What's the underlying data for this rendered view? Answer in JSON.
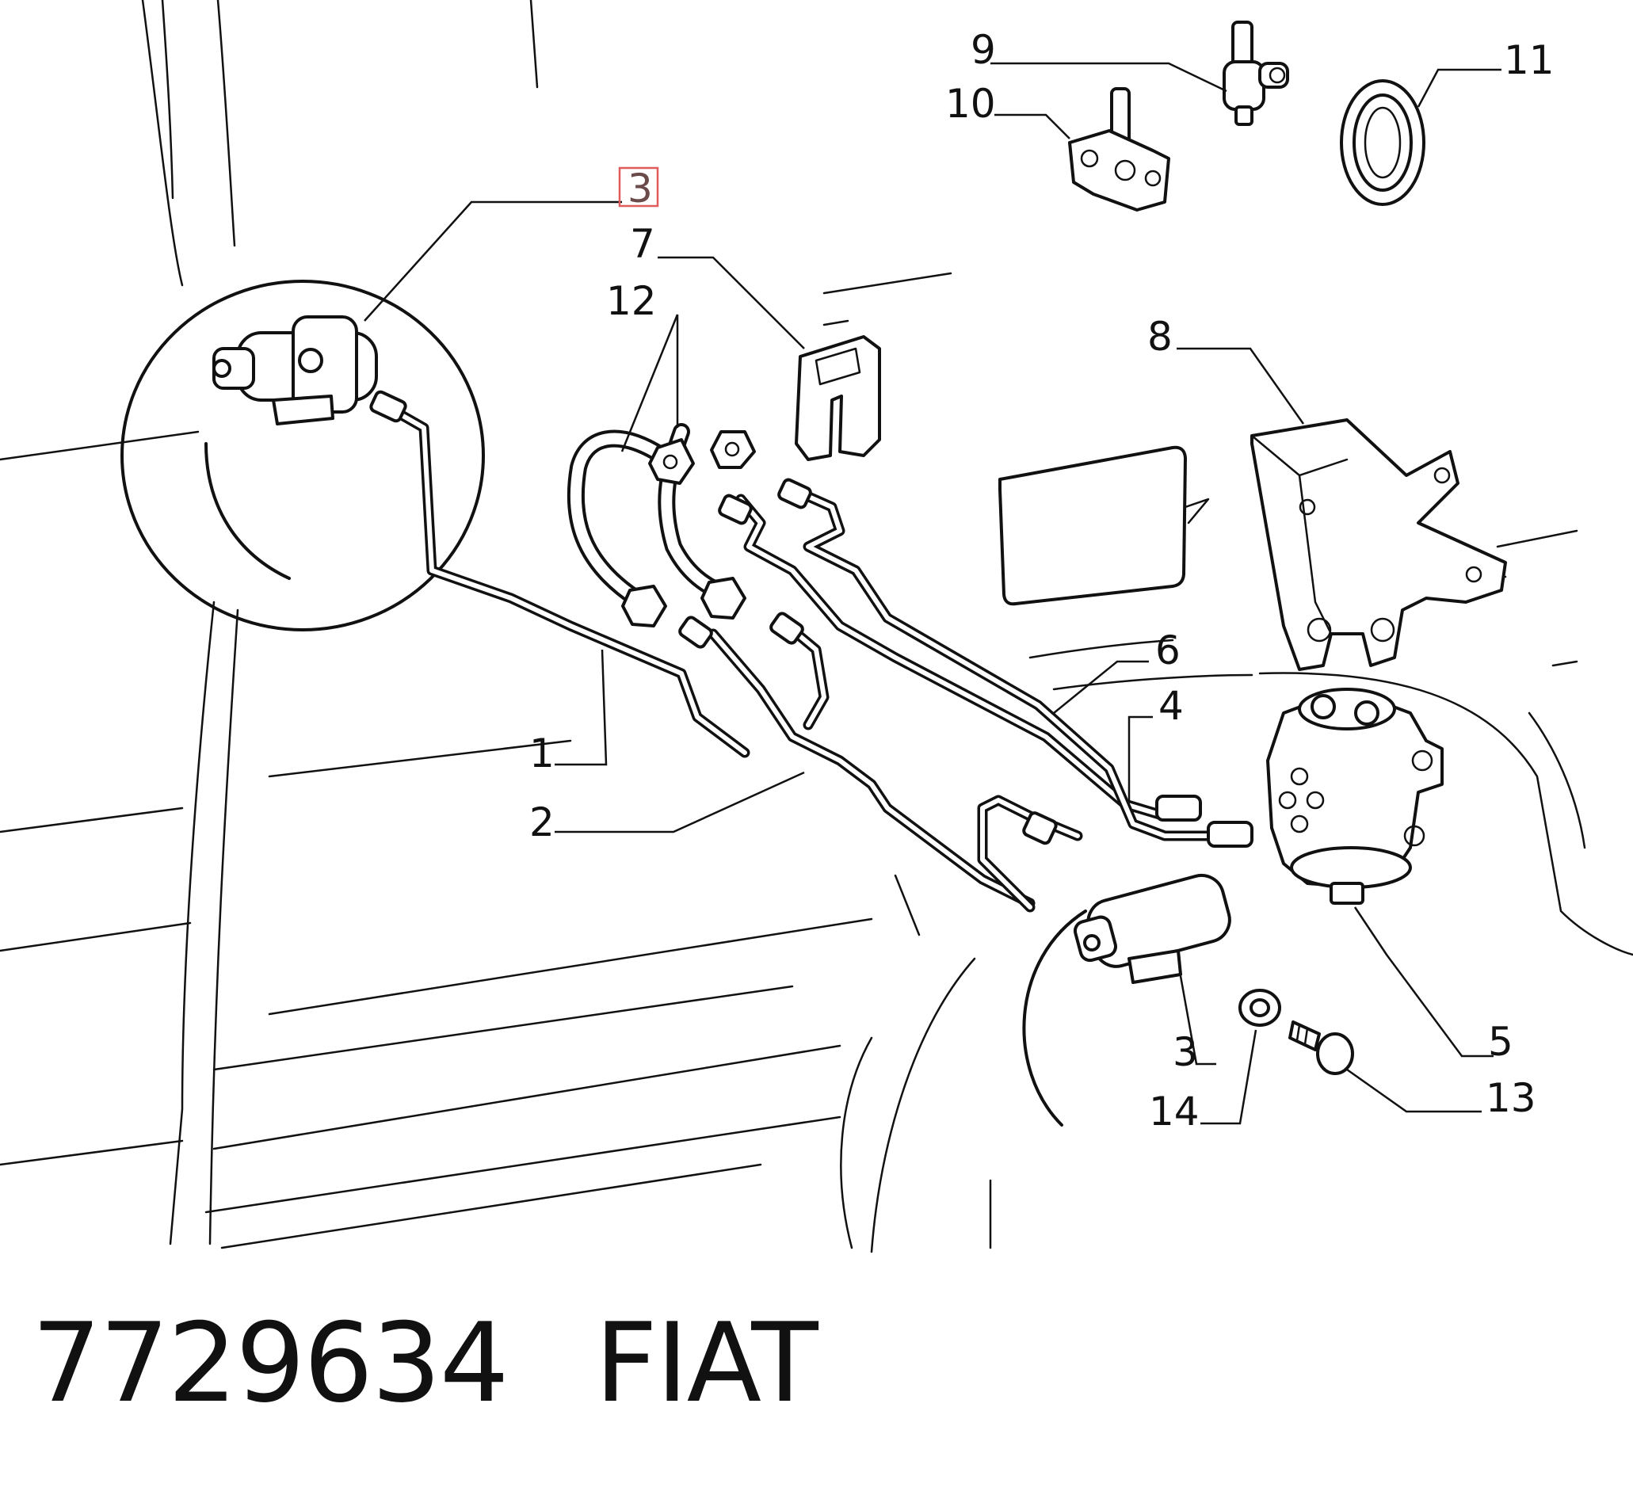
{
  "callouts": {
    "c1": "1",
    "c2": "2",
    "c3_top": "3",
    "c3_bottom": "3",
    "c4": "4",
    "c5": "5",
    "c6": "6",
    "c7": "7",
    "c8": "8",
    "c9": "9",
    "c10": "10",
    "c11": "11",
    "c12": "12",
    "c13": "13",
    "c14": "14"
  },
  "highlight_color": "#e05c5c",
  "caption": {
    "part_number": "7729634",
    "brand": "FIAT"
  }
}
